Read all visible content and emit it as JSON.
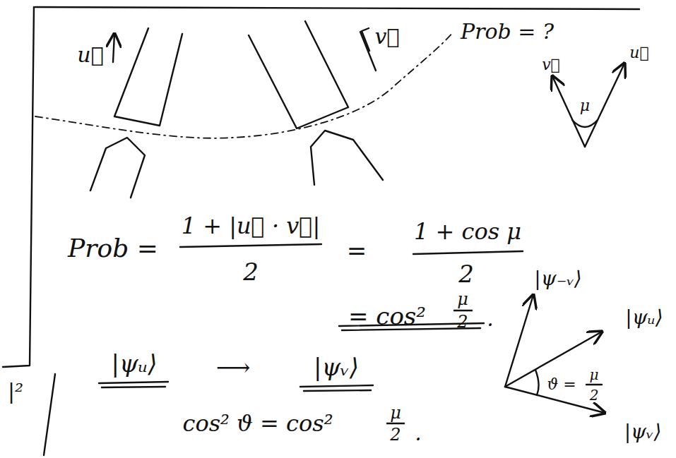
{
  "diagram": {
    "labels": [
      "u⃗",
      "v⃗",
      "Prob = ?",
      "v⃗",
      "u⃗",
      "μ",
      "Prob =",
      "1 + |u⃗ · v⃗|",
      "2",
      "=",
      "1 + cos μ",
      "2",
      "= cos²",
      "μ",
      "2",
      ".",
      "|ψ₋ᵥ⟩",
      "|ψᵤ⟩",
      "ϑ =",
      "μ",
      "2",
      "|ψᵥ⟩",
      "|ψᵤ⟩",
      "⟶",
      "|ψᵥ⟩",
      "cos² ϑ = cos²",
      "μ",
      "2",
      ".",
      "|²"
    ]
  }
}
